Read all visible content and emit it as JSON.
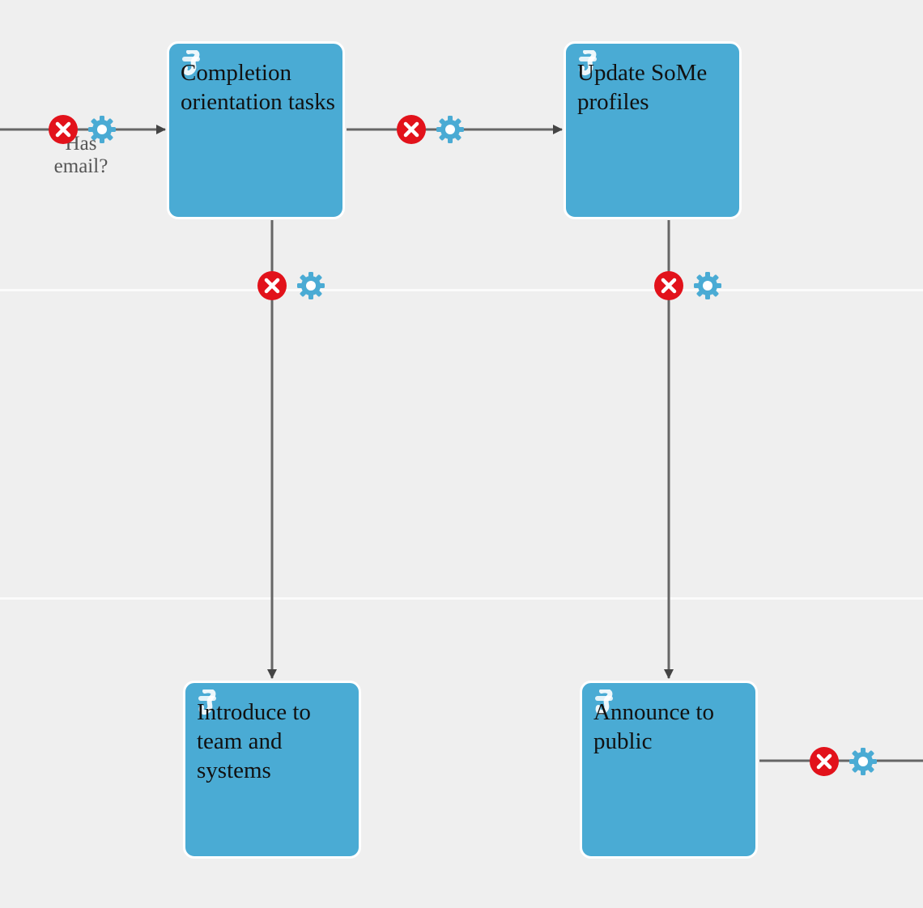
{
  "colors": {
    "canvas": "#efefef",
    "task_fill": "#4aabd4",
    "task_border": "#ffffff",
    "edge": "#666666",
    "arrowhead": "#444444",
    "delete": "#e2121b",
    "settings": "#4aabd4",
    "lane_divider": "#fbfbfb"
  },
  "tasks": {
    "completion_orientation": {
      "label": "Completion orientation tasks"
    },
    "update_some_profiles": {
      "label": "Update SoMe profiles"
    },
    "introduce_team": {
      "label": "Introduce to team and systems"
    },
    "announce_public": {
      "label": "Announce to public"
    }
  },
  "edges": {
    "has_email": {
      "label": "Has email?"
    }
  },
  "icons": {
    "task_type": "script-task-icon",
    "delete": "delete-x-icon",
    "settings": "gear-icon"
  }
}
